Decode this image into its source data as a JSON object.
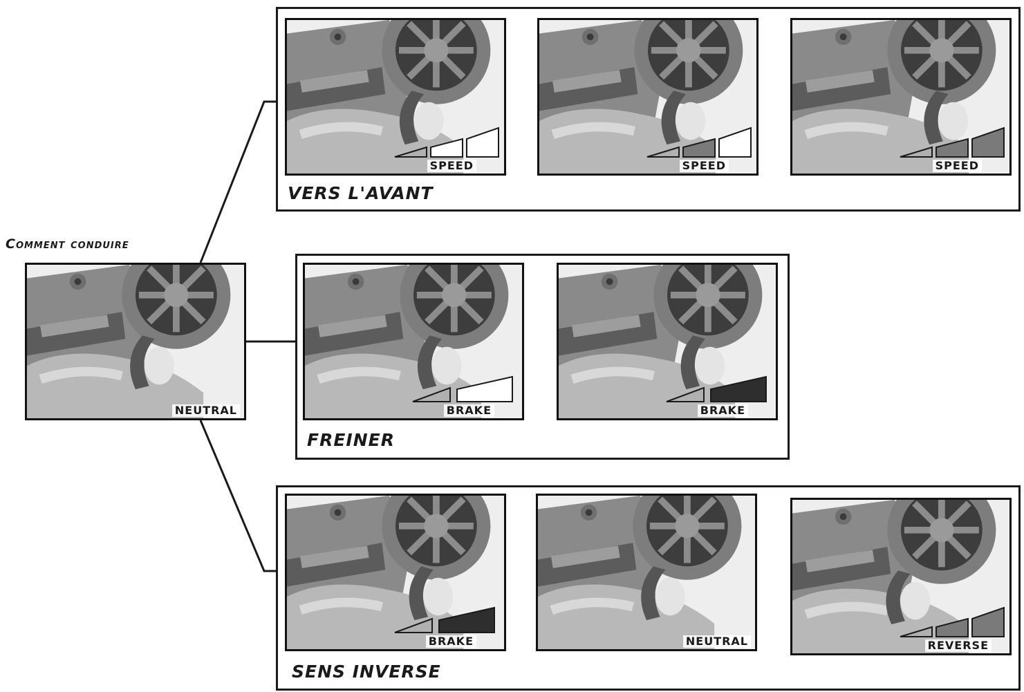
{
  "title": "Comment conduire",
  "start_panel": {
    "label": "NEUTRAL"
  },
  "groups": [
    {
      "title": "VERS L'AVANT",
      "panels": [
        {
          "label": "SPEED",
          "level": 1,
          "color": "#7a7a7a"
        },
        {
          "label": "SPEED",
          "level": 2,
          "color": "#7a7a7a"
        },
        {
          "label": "SPEED",
          "level": 3,
          "color": "#7a7a7a"
        }
      ]
    },
    {
      "title": "FREINER",
      "panels": [
        {
          "label": "BRAKE",
          "level": 1,
          "color": "#2e2e2e"
        },
        {
          "label": "BRAKE",
          "level": 2,
          "color": "#2e2e2e"
        }
      ]
    },
    {
      "title": "SENS INVERSE",
      "panels": [
        {
          "label": "BRAKE",
          "level": 2,
          "color": "#2e2e2e",
          "meter": "two-part"
        },
        {
          "label": "NEUTRAL",
          "level": 0,
          "color": "#7a7a7a",
          "meter": "none"
        },
        {
          "label": "REVERSE",
          "level": 3,
          "color": "#7a7a7a",
          "meter": "three-part"
        }
      ]
    }
  ]
}
